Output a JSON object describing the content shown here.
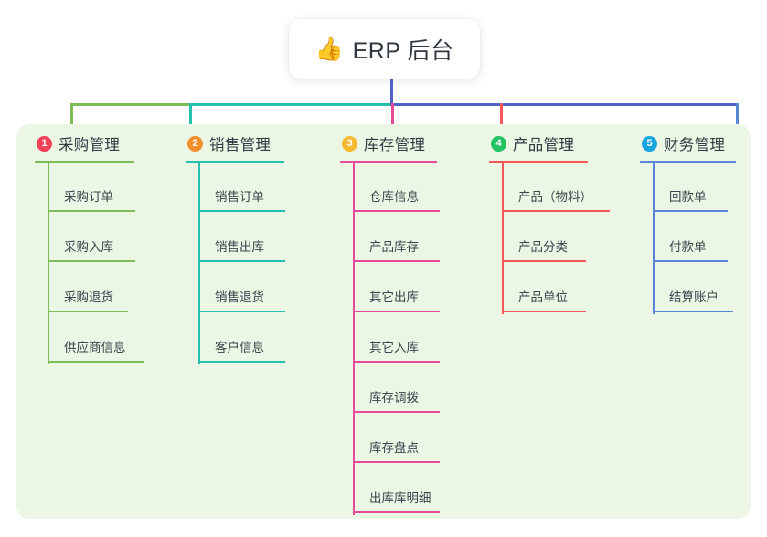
{
  "root": {
    "title": "ERP 后台",
    "icon": "thumbs-up-icon",
    "icon_glyph": "👍"
  },
  "canvas": {
    "background_color": "#ebf6e5"
  },
  "connector": {
    "trunk_color": "#4f62c8",
    "segment_colors": [
      "#7cbd56",
      "#24c2ae",
      "#4f62c8"
    ]
  },
  "branches": [
    {
      "number": "1",
      "title": "采购管理",
      "badge_color": "#f2415a",
      "line_color": "#7cbd56",
      "items": [
        {
          "label": "采购订单",
          "underline_width": 96
        },
        {
          "label": "采购入库",
          "underline_width": 96
        },
        {
          "label": "采购退货",
          "underline_width": 88
        },
        {
          "label": "供应商信息",
          "underline_width": 105
        }
      ]
    },
    {
      "number": "2",
      "title": "销售管理",
      "badge_color": "#f3902c",
      "line_color": "#24c2ae",
      "items": [
        {
          "label": "销售订单",
          "underline_width": 95
        },
        {
          "label": "销售出库",
          "underline_width": 95
        },
        {
          "label": "销售退货",
          "underline_width": 95
        },
        {
          "label": "客户信息",
          "underline_width": 95
        }
      ]
    },
    {
      "number": "3",
      "title": "库存管理",
      "badge_color": "#f5b82e",
      "line_color": "#e64a9b",
      "items": [
        {
          "label": "仓库信息",
          "underline_width": 95
        },
        {
          "label": "产品库存",
          "underline_width": 95
        },
        {
          "label": "其它出库",
          "underline_width": 95
        },
        {
          "label": "其它入库",
          "underline_width": 95
        },
        {
          "label": "库存调拨",
          "underline_width": 95
        },
        {
          "label": "库存盘点",
          "underline_width": 95
        },
        {
          "label": "出库库明细",
          "underline_width": 95
        }
      ]
    },
    {
      "number": "4",
      "title": "产品管理",
      "badge_color": "#22c265",
      "line_color": "#f4575c",
      "items": [
        {
          "label": "产品（物料）",
          "underline_width": 118
        },
        {
          "label": "产品分类",
          "underline_width": 92
        },
        {
          "label": "产品单位",
          "underline_width": 92
        }
      ]
    },
    {
      "number": "5",
      "title": "财务管理",
      "badge_color": "#17a5e0",
      "line_color": "#5a86d8",
      "items": [
        {
          "label": "回款单",
          "underline_width": 82
        },
        {
          "label": "付款单",
          "underline_width": 82
        },
        {
          "label": "结算账户",
          "underline_width": 88
        }
      ]
    }
  ]
}
